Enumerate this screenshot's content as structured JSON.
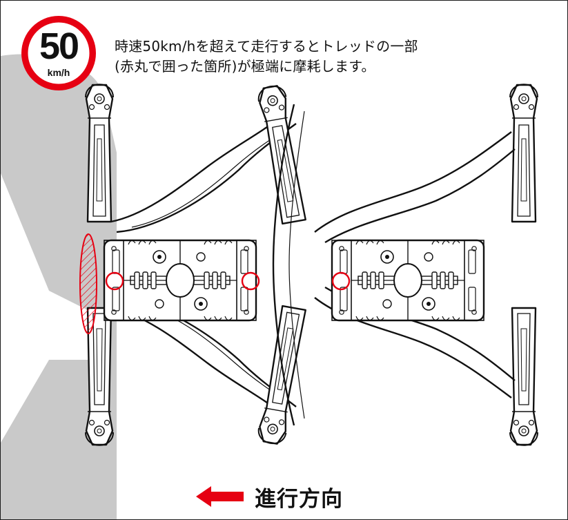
{
  "speed_sign": {
    "number": "50",
    "unit": "km/h",
    "ring_color": "#e60012"
  },
  "notice": {
    "line1": "時速50km/hを超えて走行するとトレッドの一部",
    "line2": "(赤丸で囲った箇所)が極端に摩耗します。"
  },
  "direction": {
    "label": "進行方向",
    "arrow_icon": "left-arrow-icon",
    "arrow_color": "#e60012"
  },
  "colors": {
    "frame_fill": "#ffffff",
    "frame_stroke": "#111111",
    "grey_shape": "#c9c9c9",
    "wear_marker": "#e60012"
  }
}
